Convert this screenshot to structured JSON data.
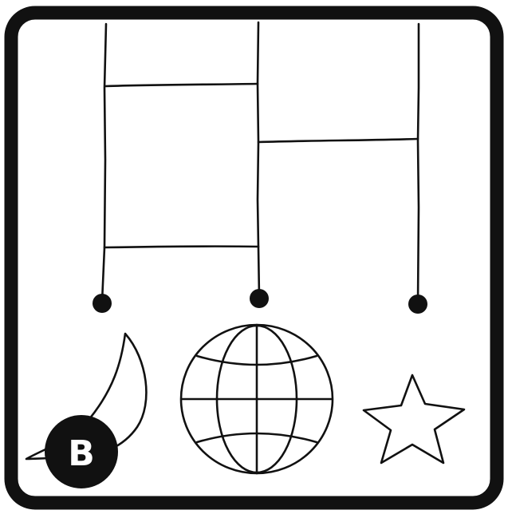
{
  "puzzle": {
    "badge_letter": "B",
    "shapes": [
      "crescent-moon",
      "globe",
      "star"
    ],
    "ink_color": "#111111",
    "paper_color": "#ffffff"
  }
}
